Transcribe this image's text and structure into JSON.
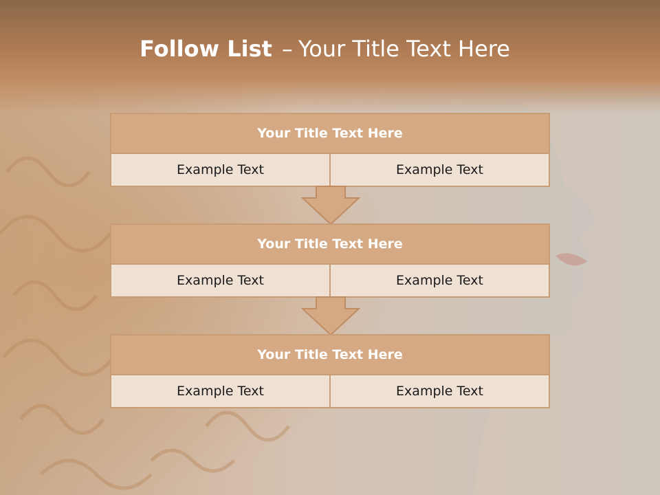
{
  "slide": {
    "title_bold": "Follow List",
    "title_dash": "–",
    "title_rest": "Your Title Text Here"
  },
  "blocks": [
    {
      "title": "Your Title Text Here",
      "left": "Example Text",
      "right": "Example Text"
    },
    {
      "title": "Your Title Text Here",
      "left": "Example Text",
      "right": "Example Text"
    },
    {
      "title": "Your Title Text Here",
      "left": "Example Text",
      "right": "Example Text"
    }
  ],
  "colors": {
    "header_brown": "#b07c55",
    "block_title_fill": "#d4a984",
    "block_row_fill": "#f0e1d5",
    "border": "#c89c74"
  }
}
